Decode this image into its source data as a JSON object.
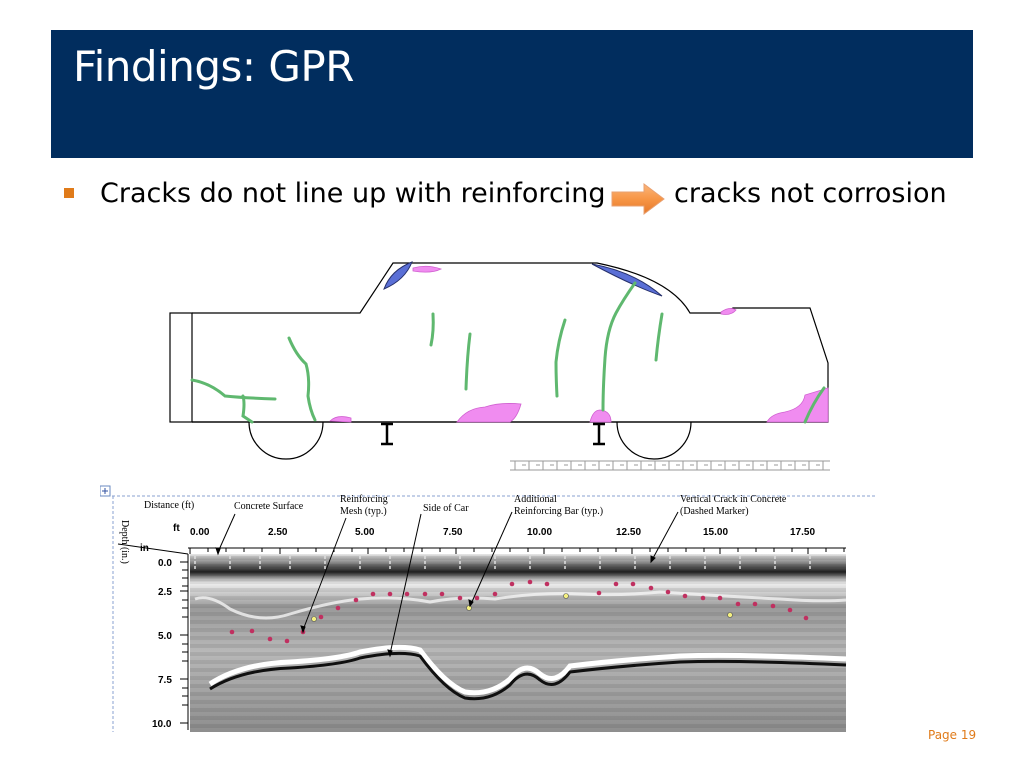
{
  "slide": {
    "title": "Findings: GPR",
    "bullet": {
      "text_before": "Cracks do not line up with reinforcing",
      "text_after": "cracks not corrosion"
    },
    "page_label": "Page 19"
  },
  "colors": {
    "title_bg": "#012d5e",
    "bullet_marker": "#e07b1a",
    "arrow_fill": "#f79646",
    "crack_line": "#5fb86f",
    "corrosion_fill": "#f08cf0",
    "blue_mark": "#5a6fd6",
    "page_number": "#e07b1a"
  },
  "gpr": {
    "annotations": {
      "distance": "Distance (ft)",
      "concrete_surface": "Concrete Surface",
      "reinforcing_mesh_1": "Reinforcing",
      "reinforcing_mesh_2": "Mesh (typ.)",
      "side_of_car": "Side of Car",
      "additional_1": "Additional",
      "additional_2": "Reinforcing Bar (typ.)",
      "vertical_crack_1": "Vertical Crack in Concrete",
      "vertical_crack_2": "(Dashed Marker)",
      "depth_axis": "Depth (in.)",
      "ft_unit": "ft",
      "in_unit": "in"
    },
    "x_ticks": [
      "0.00",
      "2.50",
      "5.00",
      "7.50",
      "10.00",
      "12.50",
      "15.00",
      "17.50"
    ],
    "y_ticks": [
      "0.0",
      "2.5",
      "5.0",
      "7.5",
      "10.0"
    ]
  }
}
